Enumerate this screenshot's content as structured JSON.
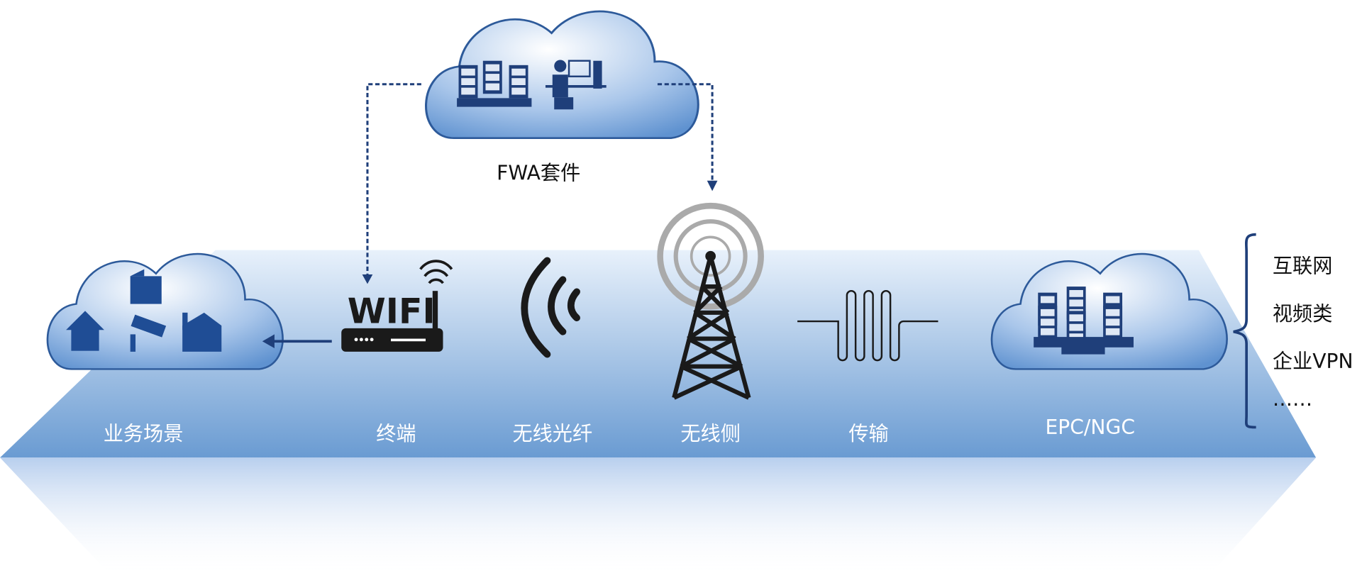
{
  "top_cloud": {
    "label": "FWA套件"
  },
  "wifi_text": "WIFI",
  "stages": [
    {
      "label": "业务场景"
    },
    {
      "label": "终端"
    },
    {
      "label": "无线光纤"
    },
    {
      "label": "无线侧"
    },
    {
      "label": "传输"
    },
    {
      "label": "EPC/NGC"
    }
  ],
  "services": [
    "互联网",
    "视频类",
    "企业VPN",
    "……"
  ],
  "colors": {
    "platform_top": "#e8f1fb",
    "platform_bottom": "#6a9bd2",
    "cloud": "#6f9fd6",
    "icon": "#1f3f7a",
    "line": "#1f3f7a"
  }
}
